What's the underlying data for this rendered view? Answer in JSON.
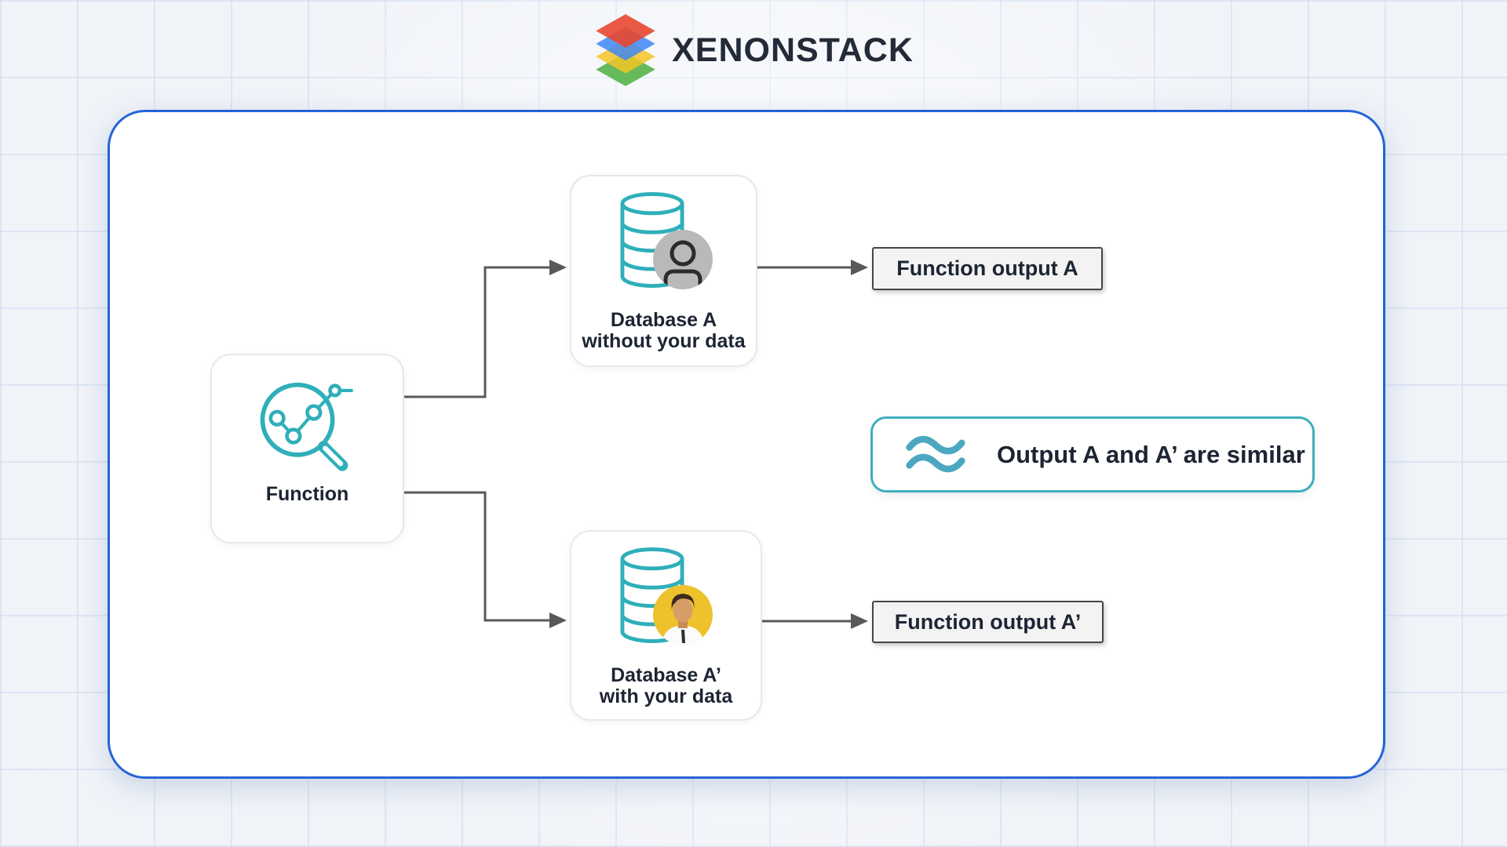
{
  "logo": {
    "brand": "XENONSTACK"
  },
  "nodes": {
    "function": {
      "label": "Function"
    },
    "database_a": {
      "title": "Database A",
      "subtitle": "without your data"
    },
    "database_a_prime": {
      "title": "Database A’",
      "subtitle": "with your data"
    },
    "output_a": {
      "label": "Function output A"
    },
    "output_a_prime": {
      "label": "Function output A’"
    },
    "similarity": {
      "label": "Output A and A’ are similar"
    }
  },
  "colors": {
    "container_border": "#2564d7",
    "icon_teal": "#2fafb9",
    "wave_teal": "#4ba8c0",
    "connector_gray": "#595959",
    "text_dark": "#1d2433",
    "logo_red": "#e8472f",
    "logo_blue": "#3f87f5",
    "logo_yellow": "#f3c425",
    "logo_green": "#4caf3f",
    "avatar_gray": "#b9b9b9",
    "avatar_yellow": "#eec22c"
  }
}
